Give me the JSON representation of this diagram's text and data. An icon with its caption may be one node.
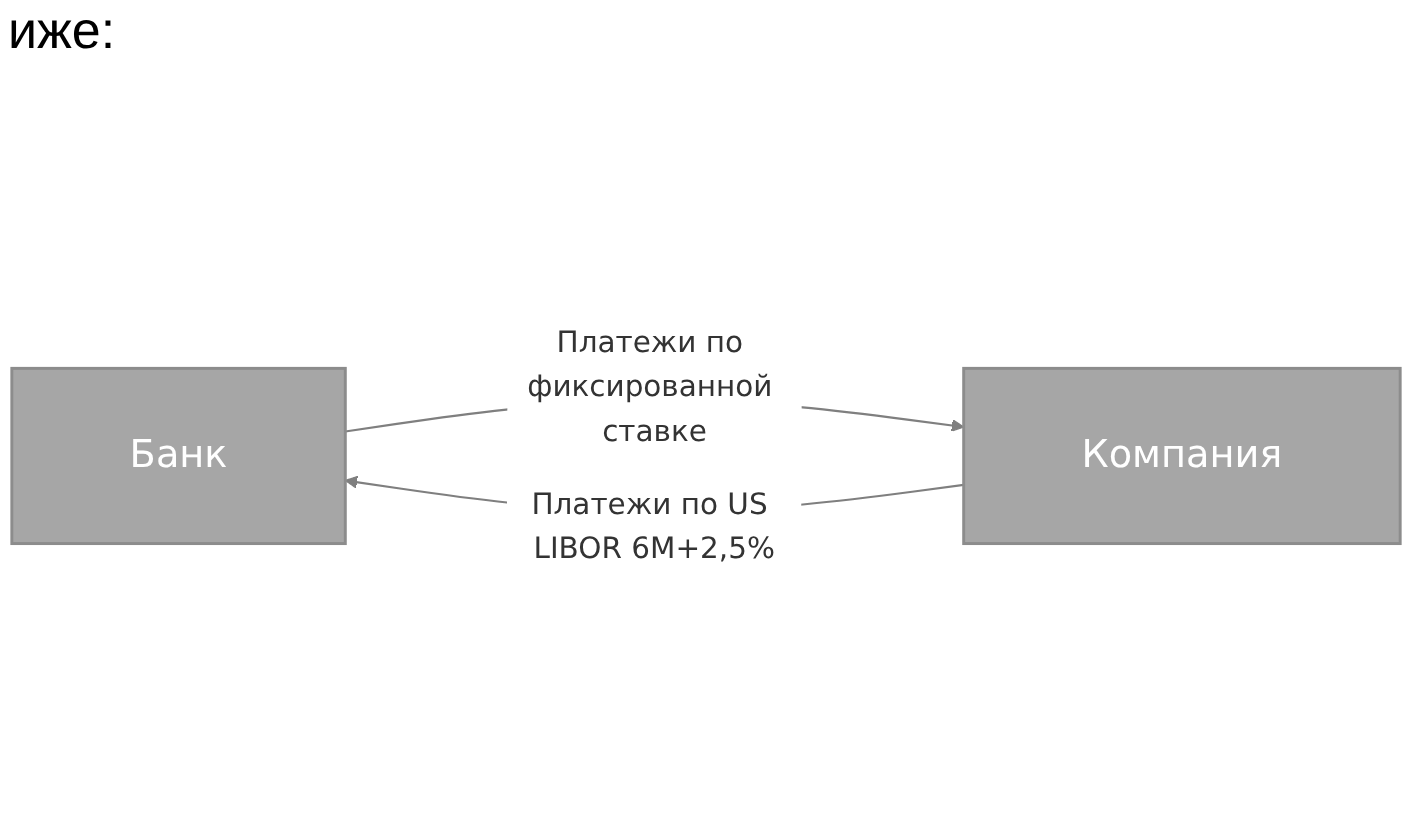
{
  "diagram": {
    "nodes": [
      {
        "text": [
          "Банк"
        ]
      },
      {
        "text": [
          "Компания"
        ]
      }
    ],
    "edges": [
      {
        "from": 1,
        "to": 0,
        "arrow": "to",
        "label": "Платежи по US LIBOR 6M+2,5%"
      },
      {
        "from": 0,
        "to": 1,
        "arrow": "to",
        "label": "Платежи по фиксированной ставке"
      }
    ],
    "labels": [
      "иже:"
    ]
  }
}
